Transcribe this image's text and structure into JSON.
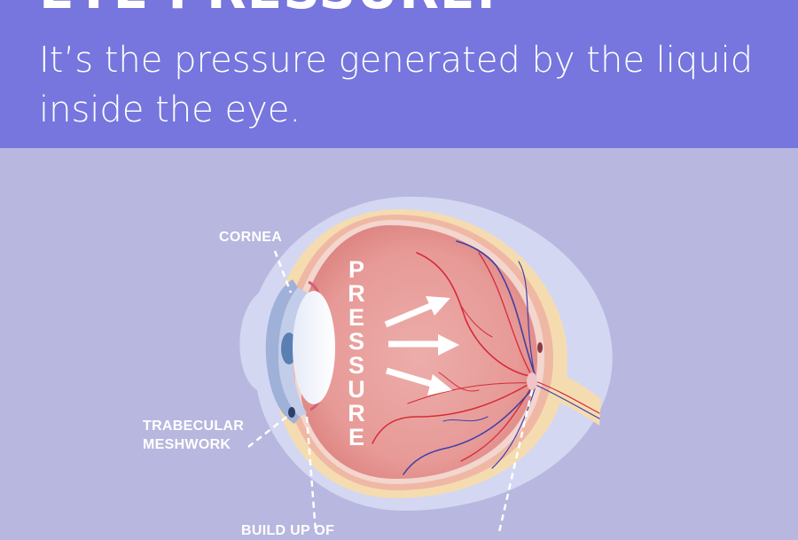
{
  "header": {
    "title": "EYE PRESSURE:",
    "subtitle": "It’s the pressure generated by the liquid inside the eye."
  },
  "diagram": {
    "labels": {
      "cornea": "CORNEA",
      "trabecular_line1": "TRABECULAR",
      "trabecular_line2": "MESHWORK",
      "buildup": "BUILD UP OF"
    },
    "pressure_letters": [
      "P",
      "R",
      "E",
      "S",
      "S",
      "U",
      "R",
      "E"
    ]
  },
  "colors": {
    "header_bg": "#7676de",
    "page_bg": "#b7b7df",
    "eye_interior": "#e99d9a",
    "sclera": "#f5dcb0",
    "vessel_red": "#d72a3a",
    "vessel_blue": "#3f3fa6"
  }
}
